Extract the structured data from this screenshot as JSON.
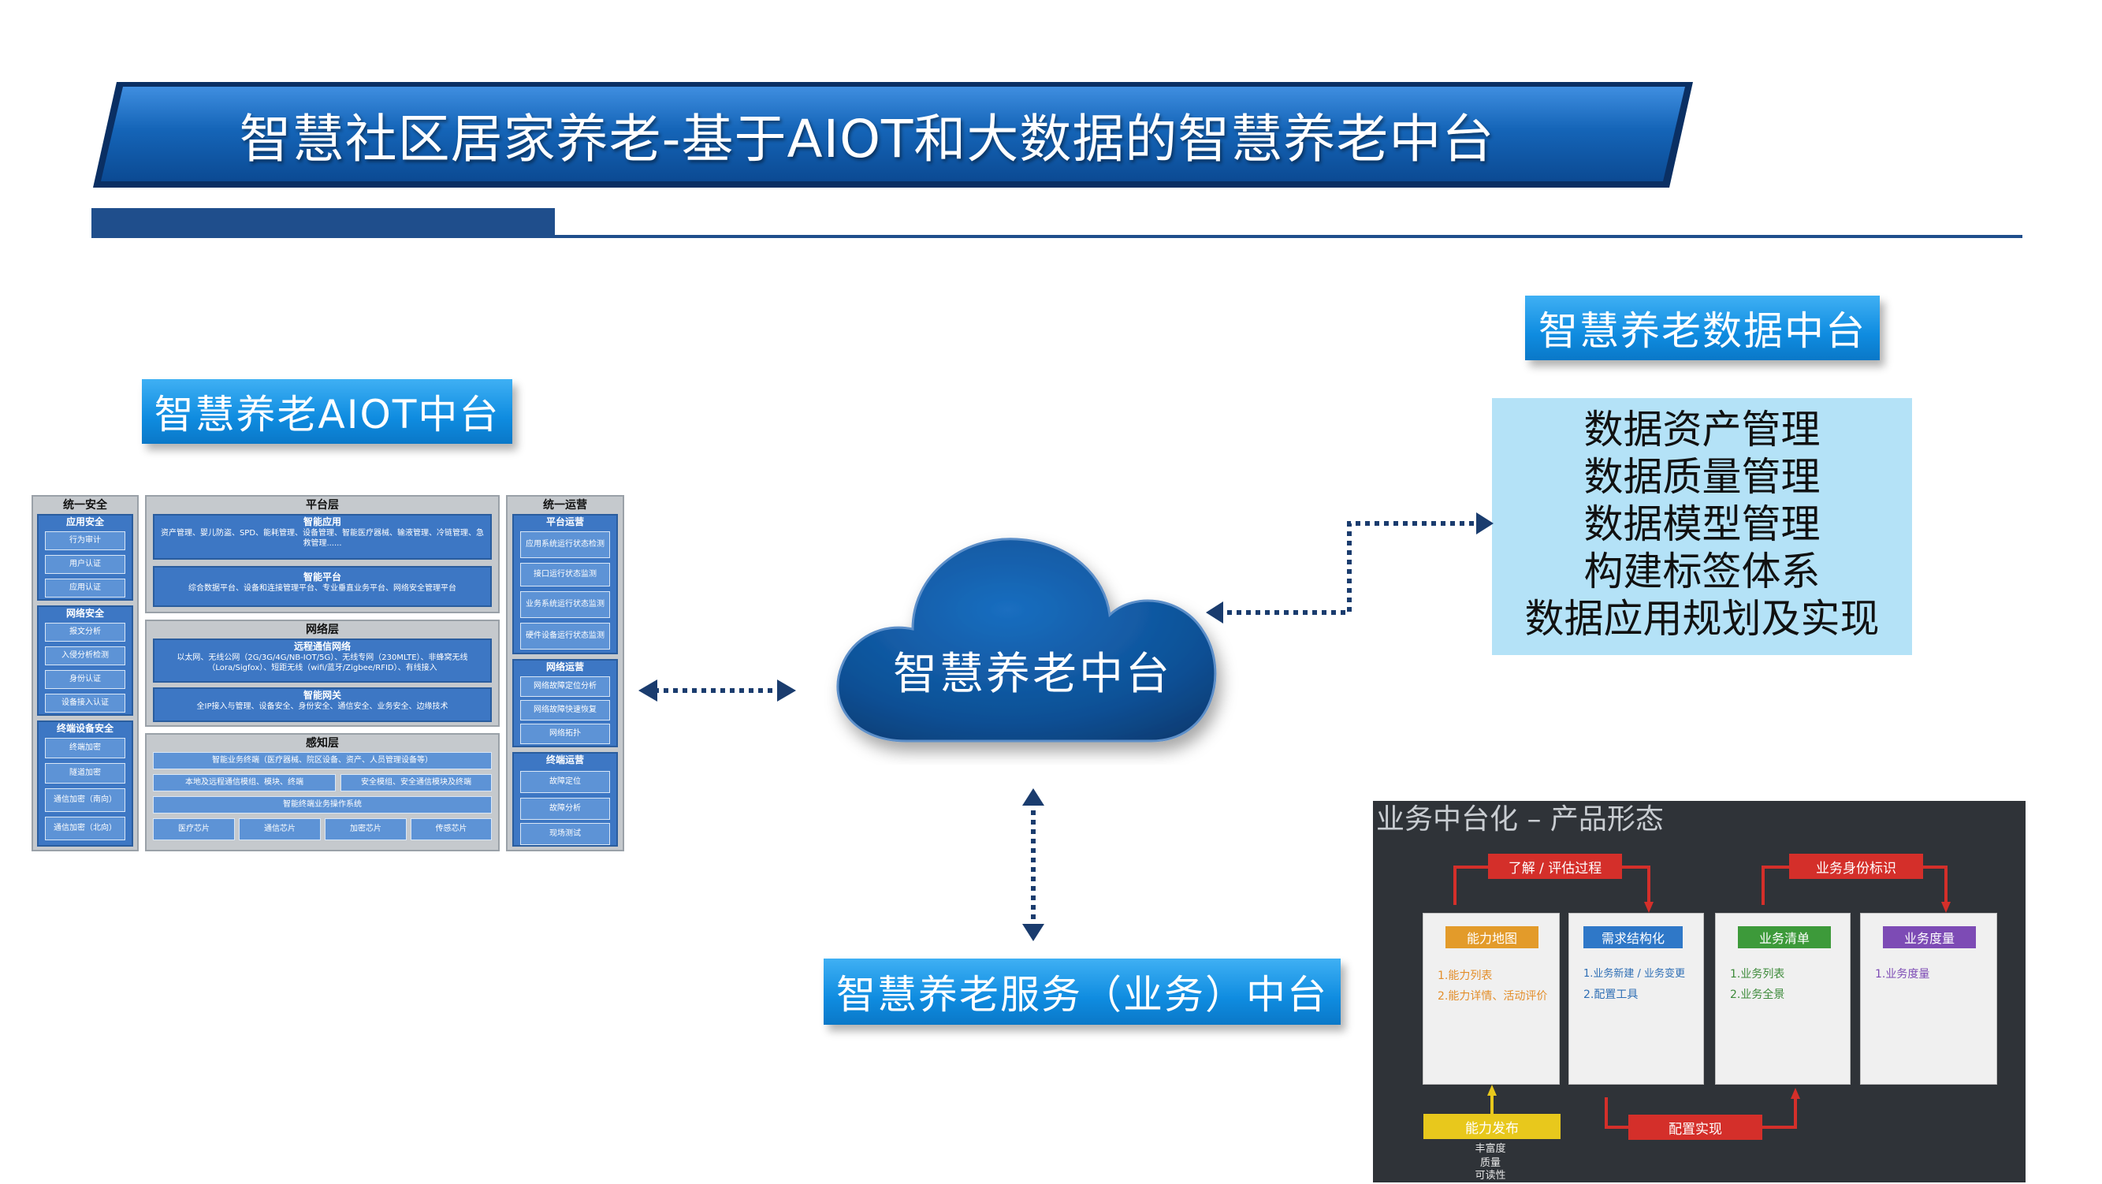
{
  "title": "智慧社区居家养老-基于AIOT和大数据的智慧养老中台",
  "cloud_label": "智慧养老中台",
  "aiot_label": "智慧养老AIOT中台",
  "data_label": "智慧养老数据中台",
  "service_label": "智慧养老服务（业务）中台",
  "data_items": [
    "数据资产管理",
    "数据质量管理",
    "数据模型管理",
    "构建标签体系",
    "数据应用规划及实现"
  ],
  "colors": {
    "title_banner": "#1565b8",
    "banner_edge": "#0a2f63",
    "accent_bar": "#1f4e8c",
    "label_blue": "#0f8ce0",
    "data_bg": "#b4e2f7",
    "cloud": "#0d4f94",
    "connector": "#1a3c6e"
  },
  "icons": [
    "cloud-icon",
    "double-arrow-icon"
  ],
  "architecture": {
    "security": {
      "title": "统一安全",
      "groups": [
        {
          "title": "应用安全",
          "items": [
            "行为审计",
            "用户认证",
            "应用认证"
          ]
        },
        {
          "title": "网络安全",
          "items": [
            "报文分析",
            "入侵分析检测",
            "身份认证",
            "设备接入认证"
          ]
        },
        {
          "title": "终端设备安全",
          "items": [
            "终端加密",
            "隧道加密",
            "通信加密（南向）",
            "通信加密（北向）"
          ]
        }
      ]
    },
    "platform": {
      "title": "平台层",
      "app_title": "智能应用",
      "app_text": "资产管理、婴儿防盗、SPD、能耗管理、设备管理、智能医疗器械、输液管理、冷链管理、急救管理......",
      "plat_title": "智能平台",
      "plat_text": "综合数据平台、设备和连接管理平台、专业垂直业务平台、网络安全管理平台"
    },
    "network": {
      "title": "网络层",
      "comm_title": "远程通信网络",
      "comm_text": "以太网、无线公网（2G/3G/4G/NB-IOT/5G）、无线专网（230MLTE）、非蜂窝无线（Lora/Sigfox）、短距无线（wifi/蓝牙/Zigbee/RFID）、有线接入",
      "gw_title": "智能网关",
      "gw_text": "全IP接入与管理、设备安全、身份安全、通信安全、业务安全、边缘技术"
    },
    "perception": {
      "title": "感知层",
      "terminal": "智能业务终端（医疗器械、院区设备、资产、人员管理设备等）",
      "local_comm": "本地及远程通信模组、模块、终端",
      "security_mod": "安全模组、安全通信模块及终端",
      "os": "智能终端业务操作系统",
      "chips": [
        "医疗芯片",
        "通信芯片",
        "加密芯片",
        "传感芯片"
      ]
    },
    "operations": {
      "title": "统一运营",
      "groups": [
        {
          "title": "平台运营",
          "items": [
            "应用系统运行状态检测",
            "接口运行状态监测",
            "业务系统运行状态监测",
            "硬件设备运行状态监测"
          ]
        },
        {
          "title": "网络运营",
          "items": [
            "网络故障定位分析",
            "网络故障快速恢复",
            "网络拓扑"
          ]
        },
        {
          "title": "终端运营",
          "items": [
            "故障定位",
            "故障分析",
            "现场测试"
          ]
        }
      ]
    }
  },
  "product_panel": {
    "title": "业务中台化 – 产品形态",
    "flow_top_left": "了解 / 评估过程",
    "flow_top_right": "业务身份标识",
    "flow_bottom": "配置实现",
    "release": "能力发布",
    "release_notes": [
      "丰富度",
      "质量",
      "可读性"
    ],
    "cards": [
      {
        "tag": "能力地图",
        "tag_color": "#e39b2a",
        "lines": [
          "1.能力列表",
          "2.能力详情、活动评价"
        ],
        "line_color": "#e38e2a"
      },
      {
        "tag": "需求结构化",
        "tag_color": "#2f78c8",
        "lines": [
          "1.业务新建 / 业务变更",
          "2.配置工具"
        ],
        "line_color": "#2f6fb5"
      },
      {
        "tag": "业务清单",
        "tag_color": "#3d9a3a",
        "lines": [
          "1.业务列表",
          "2.业务全景"
        ],
        "line_color": "#3d8a3a"
      },
      {
        "tag": "业务度量",
        "tag_color": "#7d4bb5",
        "lines": [
          "1.业务度量"
        ],
        "line_color": "#7d4bb5"
      }
    ]
  }
}
